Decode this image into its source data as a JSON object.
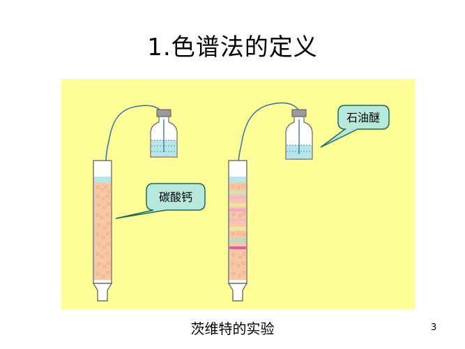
{
  "slide": {
    "title": "1.色谱法的定义",
    "caption": "茨维特的实验",
    "page_number": "3"
  },
  "callouts": {
    "left": "碳酸钙",
    "right": "石油醚"
  },
  "colors": {
    "panel_background": "#ffff99",
    "column_glass": "#ffffff",
    "column_packing": "#f7c7a6",
    "solvent": "#b7e6ea",
    "bubble_fill": "#b6e8dc",
    "bubble_stroke": "#1b6b55",
    "band_colors": [
      "#c8e8b8",
      "#f0b8d0",
      "#e8e8a0",
      "#f6a6c8",
      "#b8dcc8",
      "#e85aa8"
    ]
  }
}
